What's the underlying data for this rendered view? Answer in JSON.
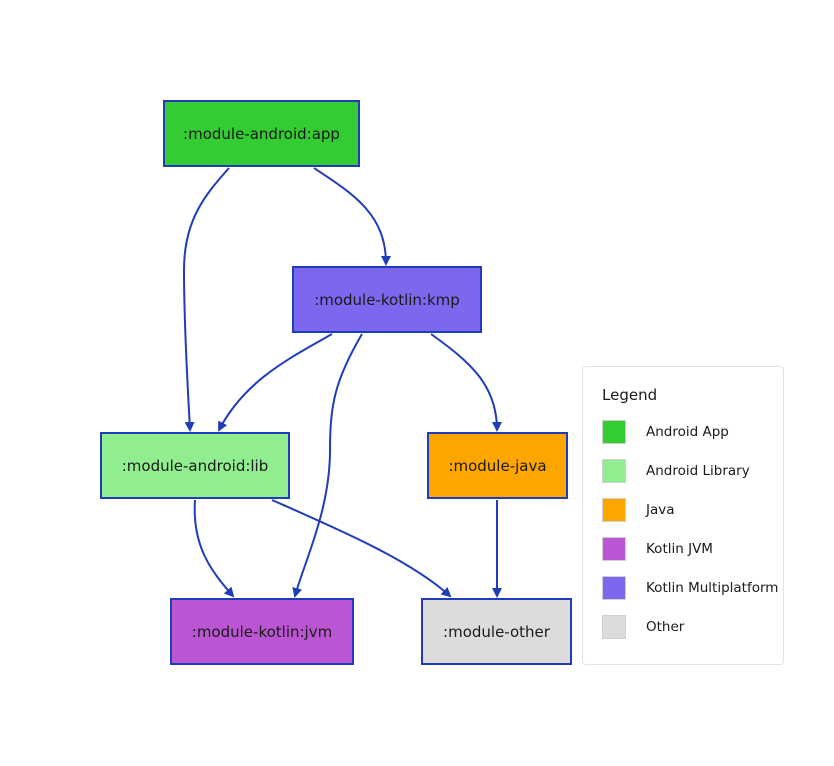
{
  "colors": {
    "android_app": "#33cc33",
    "android_library": "#90ee90",
    "java": "#ffa500",
    "kotlin_jvm": "#ba55d3",
    "kotlin_multiplatform": "#7b68ee",
    "other": "#dcdcdc",
    "edge": "#1f3db8",
    "node_border": "#1f3db8"
  },
  "nodes": {
    "app": {
      "label": ":module-android:app",
      "type": "android_app"
    },
    "kmp": {
      "label": ":module-kotlin:kmp",
      "type": "kotlin_multiplatform"
    },
    "lib": {
      "label": ":module-android:lib",
      "type": "android_library"
    },
    "java": {
      "label": ":module-java",
      "type": "java"
    },
    "jvm": {
      "label": ":module-kotlin:jvm",
      "type": "kotlin_jvm"
    },
    "other": {
      "label": ":module-other",
      "type": "other"
    }
  },
  "edges": [
    {
      "from": "app",
      "to": "lib"
    },
    {
      "from": "app",
      "to": "kmp"
    },
    {
      "from": "kmp",
      "to": "lib"
    },
    {
      "from": "kmp",
      "to": "jvm"
    },
    {
      "from": "kmp",
      "to": "java"
    },
    {
      "from": "lib",
      "to": "jvm"
    },
    {
      "from": "lib",
      "to": "other"
    },
    {
      "from": "java",
      "to": "other"
    }
  ],
  "legend": {
    "title": "Legend",
    "items": [
      {
        "label": "Android App",
        "color": "#33cc33"
      },
      {
        "label": "Android Library",
        "color": "#90ee90"
      },
      {
        "label": "Java",
        "color": "#ffa500"
      },
      {
        "label": "Kotlin JVM",
        "color": "#ba55d3"
      },
      {
        "label": "Kotlin Multiplatform",
        "color": "#7b68ee"
      },
      {
        "label": "Other",
        "color": "#dcdcdc"
      }
    ]
  }
}
